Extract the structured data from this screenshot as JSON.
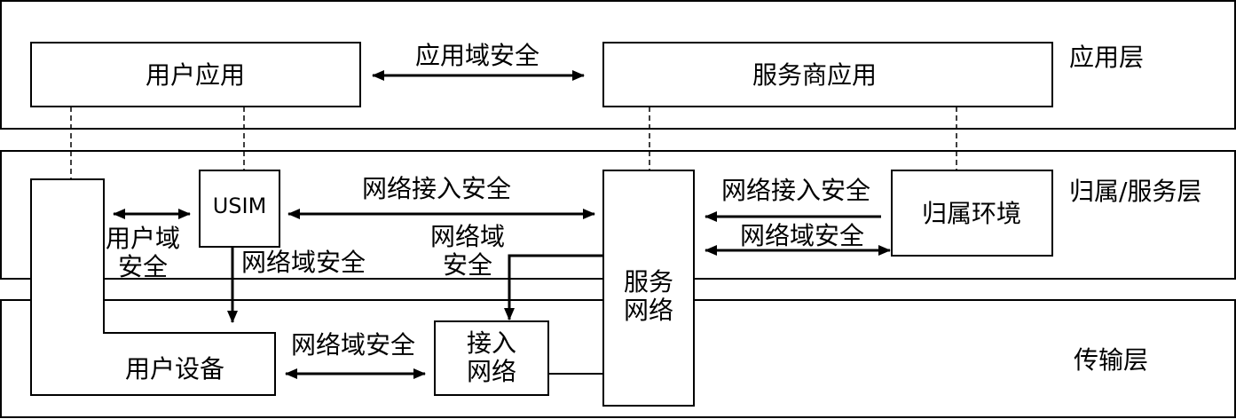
{
  "layers": {
    "application": "应用层",
    "home_serving": "归属/服务层",
    "transport": "传输层"
  },
  "boxes": {
    "user_application": "用户应用",
    "provider_application": "服务商应用",
    "usim": "USIM",
    "home_environment": "归属环境",
    "serving_network": [
      "服务",
      "网络"
    ],
    "access_network": [
      "接入",
      "网络"
    ],
    "user_equipment": "用户设备"
  },
  "security_labels": {
    "application_domain": "应用域安全",
    "network_access_left": "网络接入安全",
    "network_access_right": "网络接入安全",
    "network_domain_right": "网络域安全",
    "network_domain_center": [
      "网络域",
      "安全"
    ],
    "network_domain_usim": "网络域安全",
    "user_domain": [
      "用户域",
      "安全"
    ],
    "network_domain_bottom": "网络域安全"
  }
}
